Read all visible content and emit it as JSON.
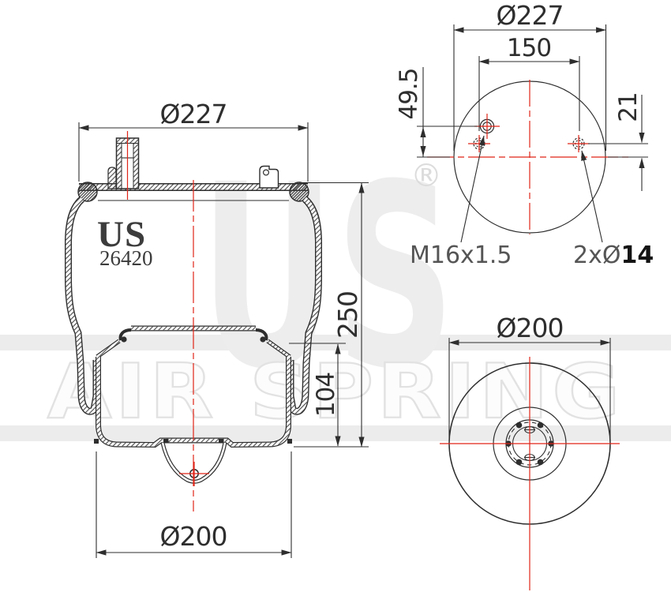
{
  "title": "Air spring technical drawing",
  "part": {
    "brand": "US",
    "part_number": "26420"
  },
  "colors": {
    "line": "#2e2e2e",
    "centerline_red": "#e02418",
    "watermark_gray": "#ededed",
    "band_gray": "#ececec",
    "dim_text": "#2e2e2e",
    "leader_text": "#555555"
  },
  "side_view": {
    "dim_top_plate_diameter": "Ø227",
    "dim_overall_height": "250",
    "dim_piston_height": "104",
    "dim_piston_diameter": "Ø200",
    "logo_brand": "US",
    "logo_part_number": "26420"
  },
  "top_view": {
    "dim_plate_diameter": "Ø227",
    "dim_stud_spacing": "150",
    "dim_air_fitting_offset": "49.5",
    "dim_stud_offset": "21",
    "label_air_fitting_thread": "M16x1.5",
    "label_stud_prefix": "2xØ",
    "label_stud_size": "14"
  },
  "bottom_view": {
    "dim_piston_diameter": "Ø200"
  },
  "watermark": {
    "brand_short": "US",
    "brand_name": "AIR SPRING",
    "registered_mark": "®"
  }
}
